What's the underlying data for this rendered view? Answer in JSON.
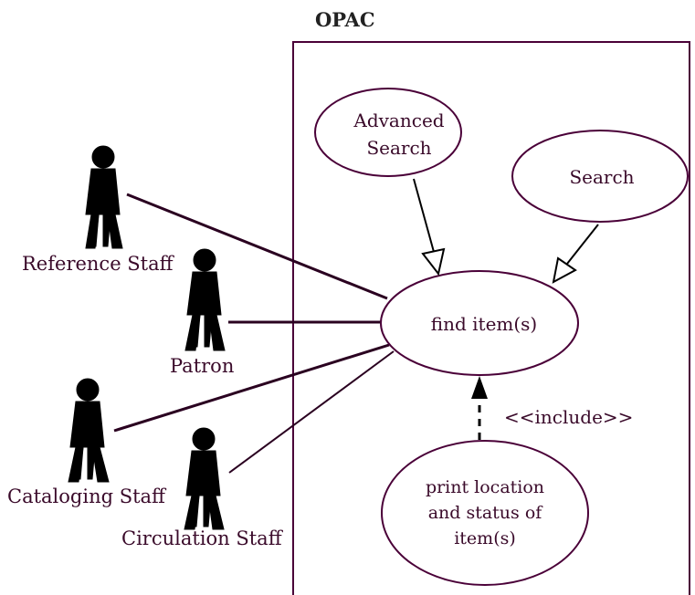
{
  "system": {
    "title": "OPAC"
  },
  "actors": {
    "reference_staff": "Reference Staff",
    "patron": "Patron",
    "cataloging_staff": "Cataloging Staff",
    "circulation_staff": "Circulation Staff"
  },
  "use_cases": {
    "advanced_search": [
      "Advanced",
      "Search"
    ],
    "search": "Search",
    "find_items": "find item(s)",
    "print_location": [
      "print location",
      "and status of",
      "item(s)"
    ]
  },
  "relations": {
    "include": "<<include>>"
  },
  "colors": {
    "line": "#2a0020",
    "ink": "#000000",
    "border": "#4a0038"
  }
}
